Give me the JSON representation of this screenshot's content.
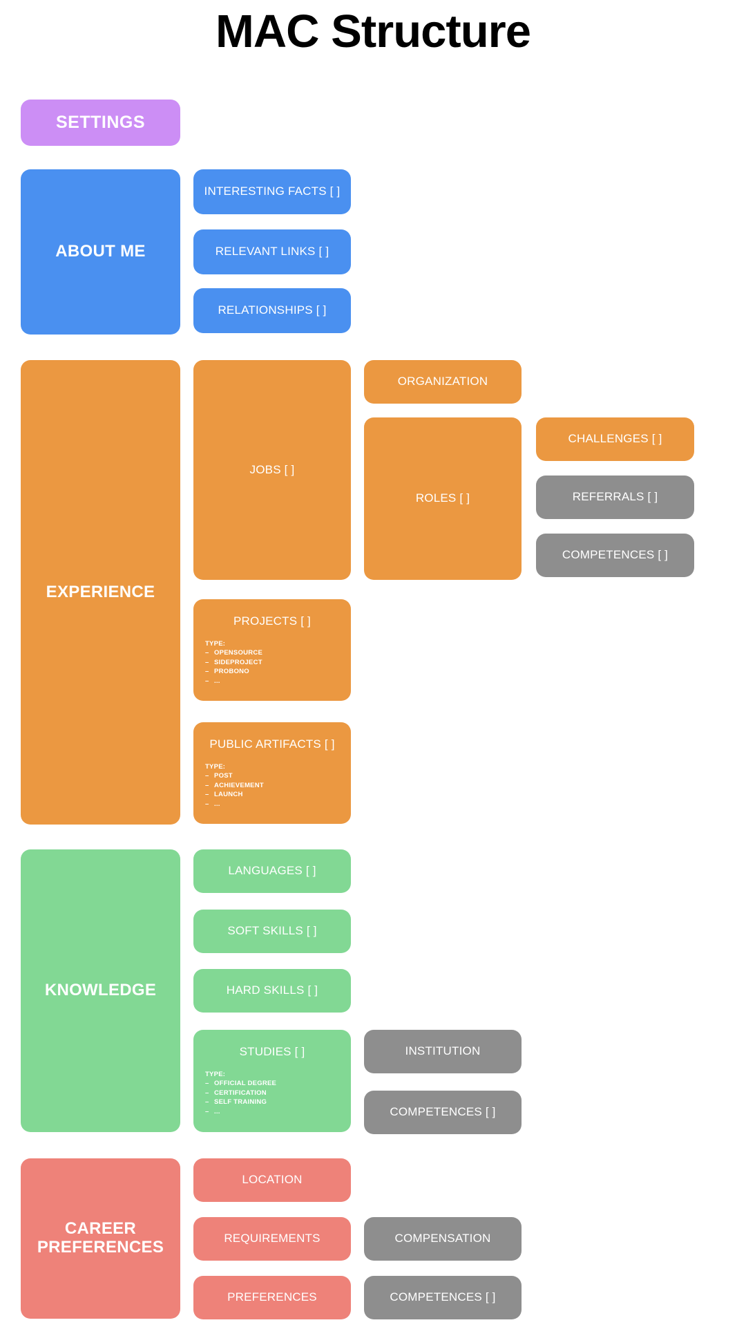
{
  "page": {
    "title": "MAC Structure",
    "background": "#ffffff"
  },
  "colors": {
    "purple": "#cc8ef5",
    "blue": "#4a90f0",
    "orange": "#eb9841",
    "green": "#82d894",
    "red": "#ee8279",
    "gray": "#8e8e8e",
    "text_on_box": "#ffffff",
    "title_text": "#000000"
  },
  "settings": {
    "label": "SETTINGS"
  },
  "sections": [
    {
      "key": "about_me",
      "label": "ABOUT ME",
      "color": "#4a90f0",
      "children": [
        {
          "label": "INTERESTING FACTS [ ]",
          "color": "#4a90f0"
        },
        {
          "label": "RELEVANT LINKS [ ]",
          "color": "#4a90f0"
        },
        {
          "label": "RELATIONSHIPS [ ]",
          "color": "#4a90f0"
        }
      ]
    },
    {
      "key": "experience",
      "label": "EXPERIENCE",
      "color": "#eb9841",
      "children": [
        {
          "label": "JOBS [ ]",
          "color": "#eb9841"
        },
        {
          "label": "ORGANIZATION",
          "color": "#eb9841"
        },
        {
          "label": "ROLES [ ]",
          "color": "#eb9841"
        },
        {
          "label": "CHALLENGES [ ]",
          "color": "#eb9841"
        },
        {
          "label": "REFERRALS [ ]",
          "color": "#8e8e8e"
        },
        {
          "label": "COMPETENCES [ ]",
          "color": "#8e8e8e"
        },
        {
          "label": "PROJECTS [ ]",
          "color": "#eb9841",
          "type_heading": "TYPE:",
          "types": [
            "OPENSOURCE",
            "SIDEPROJECT",
            "PROBONO",
            "..."
          ]
        },
        {
          "label": "PUBLIC ARTIFACTS [ ]",
          "color": "#eb9841",
          "type_heading": "TYPE:",
          "types": [
            "POST",
            "ACHIEVEMENT",
            "LAUNCH",
            "..."
          ]
        }
      ]
    },
    {
      "key": "knowledge",
      "label": "KNOWLEDGE",
      "color": "#82d894",
      "children": [
        {
          "label": "LANGUAGES [ ]",
          "color": "#82d894"
        },
        {
          "label": "SOFT SKILLS [ ]",
          "color": "#82d894"
        },
        {
          "label": "HARD SKILLS [ ]",
          "color": "#82d894"
        },
        {
          "label": "STUDIES [ ]",
          "color": "#82d894",
          "type_heading": "TYPE:",
          "types": [
            "OFFICIAL DEGREE",
            "CERTIFICATION",
            "SELF TRAINING",
            "..."
          ]
        },
        {
          "label": "INSTITUTION",
          "color": "#8e8e8e"
        },
        {
          "label": "COMPETENCES [ ]",
          "color": "#8e8e8e"
        }
      ]
    },
    {
      "key": "career_preferences",
      "label": "CAREER PREFERENCES",
      "color": "#ee8279",
      "children": [
        {
          "label": "LOCATION",
          "color": "#ee8279"
        },
        {
          "label": "REQUIREMENTS",
          "color": "#ee8279"
        },
        {
          "label": "PREFERENCES",
          "color": "#ee8279"
        },
        {
          "label": "COMPENSATION",
          "color": "#8e8e8e"
        },
        {
          "label": "COMPETENCES [ ]",
          "color": "#8e8e8e"
        }
      ]
    }
  ],
  "boxes": {
    "settings": "SETTINGS",
    "about_me": "ABOUT ME",
    "interesting_facts": "INTERESTING FACTS [ ]",
    "relevant_links": "RELEVANT LINKS [ ]",
    "relationships": "RELATIONSHIPS [ ]",
    "experience": "EXPERIENCE",
    "jobs": "JOBS [ ]",
    "organization": "ORGANIZATION",
    "roles": "ROLES [ ]",
    "challenges": "CHALLENGES [ ]",
    "referrals": "REFERRALS [ ]",
    "competences_exp": "COMPETENCES [ ]",
    "projects": "PROJECTS [ ]",
    "public_artifacts": "PUBLIC ARTIFACTS [ ]",
    "knowledge": "KNOWLEDGE",
    "languages": "LANGUAGES [ ]",
    "soft_skills": "SOFT SKILLS [ ]",
    "hard_skills": "HARD SKILLS [ ]",
    "studies": "STUDIES [ ]",
    "institution": "INSTITUTION",
    "competences_knowledge": "COMPETENCES [ ]",
    "career_preferences": "CAREER\nPREFERENCES",
    "career_preferences_line1": "CAREER",
    "career_preferences_line2": "PREFERENCES",
    "location": "LOCATION",
    "requirements": "REQUIREMENTS",
    "preferences": "PREFERENCES",
    "compensation": "COMPENSATION",
    "competences_career": "COMPETENCES [ ]"
  },
  "type_lists": {
    "projects": {
      "heading": "TYPE:",
      "items": [
        "OPENSOURCE",
        "SIDEPROJECT",
        "PROBONO",
        "..."
      ]
    },
    "public_artifacts": {
      "heading": "TYPE:",
      "items": [
        "POST",
        "ACHIEVEMENT",
        "LAUNCH",
        "..."
      ]
    },
    "studies": {
      "heading": "TYPE:",
      "items": [
        "OFFICIAL DEGREE",
        "CERTIFICATION",
        "SELF TRAINING",
        "..."
      ]
    }
  }
}
